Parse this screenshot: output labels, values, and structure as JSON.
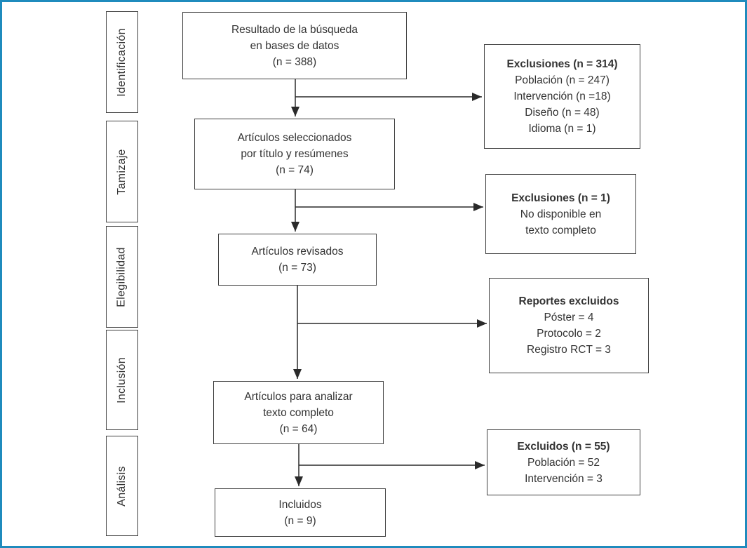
{
  "colors": {
    "frame_border": "#1f8bbd",
    "box_border": "#3f3f3f",
    "text": "#333333",
    "arrow": "#2a2a2a",
    "background": "#ffffff"
  },
  "stages": [
    {
      "label": "Identificación"
    },
    {
      "label": "Tamizaje"
    },
    {
      "label": "Elegibilidad"
    },
    {
      "label": "Inclusión"
    },
    {
      "label": "Análisis"
    }
  ],
  "flow": [
    {
      "lines": [
        "Resultado de la búsqueda",
        "en bases de datos",
        "(n = 388)"
      ]
    },
    {
      "lines": [
        "Artículos seleccionados",
        "por título y resúmenes",
        "(n = 74)"
      ]
    },
    {
      "lines": [
        "Artículos revisados",
        "(n = 73)"
      ]
    },
    {
      "lines": [
        "Artículos para analizar",
        "texto completo",
        "(n = 64)"
      ]
    },
    {
      "lines": [
        "Incluidos",
        "(n = 9)"
      ]
    }
  ],
  "exclusions": [
    {
      "title": "Exclusiones (n = 314)",
      "lines": [
        "Población (n = 247)",
        "Intervención (n =18)",
        "Diseño (n = 48)",
        "Idioma (n = 1)"
      ]
    },
    {
      "title": "Exclusiones (n = 1)",
      "lines": [
        "No disponible en",
        "texto completo"
      ]
    },
    {
      "title": "Reportes excluidos",
      "lines": [
        "Póster = 4",
        "Protocolo = 2",
        "Registro RCT = 3"
      ]
    },
    {
      "title": "Excluidos (n = 55)",
      "lines": [
        "Población = 52",
        "Intervención = 3"
      ]
    }
  ]
}
